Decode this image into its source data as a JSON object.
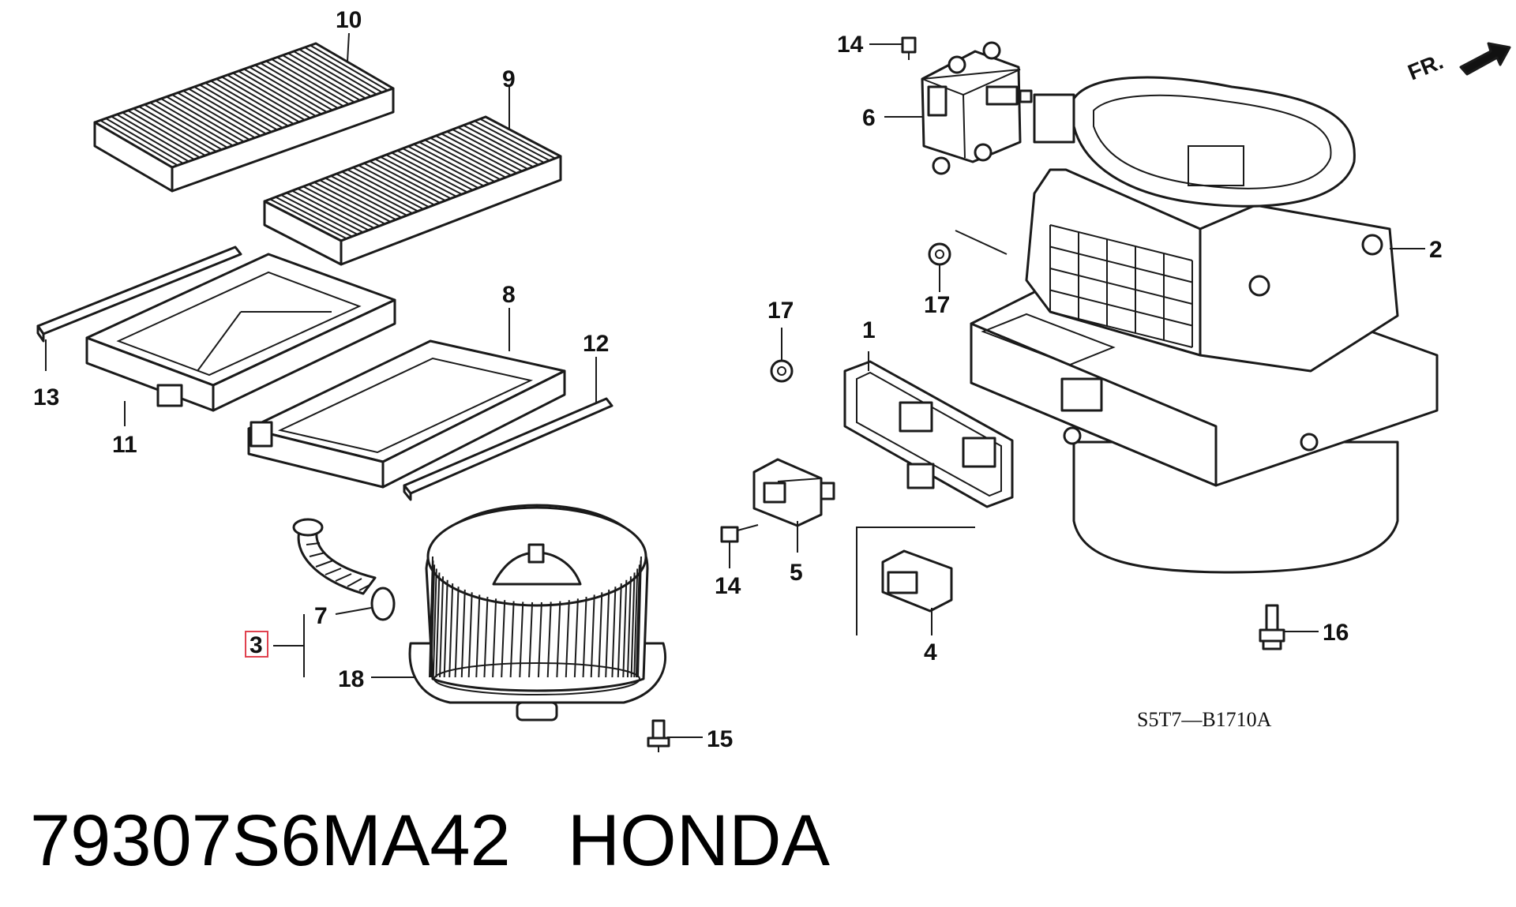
{
  "diagram": {
    "callouts": {
      "c1": "1",
      "c2": "2",
      "c3": "3",
      "c4": "4",
      "c5": "5",
      "c6": "6",
      "c7": "7",
      "c8": "8",
      "c9": "9",
      "c10": "10",
      "c11": "11",
      "c12": "12",
      "c13": "13",
      "c14a": "14",
      "c14b": "14",
      "c15": "15",
      "c16": "16",
      "c17a": "17",
      "c17b": "17",
      "c18": "18"
    },
    "diagram_code": "S5T7—B1710A",
    "direction_label": "FR.",
    "highlight_color": "#e0424f"
  },
  "caption": {
    "part_number": "79307S6MA42",
    "brand": "HONDA"
  }
}
